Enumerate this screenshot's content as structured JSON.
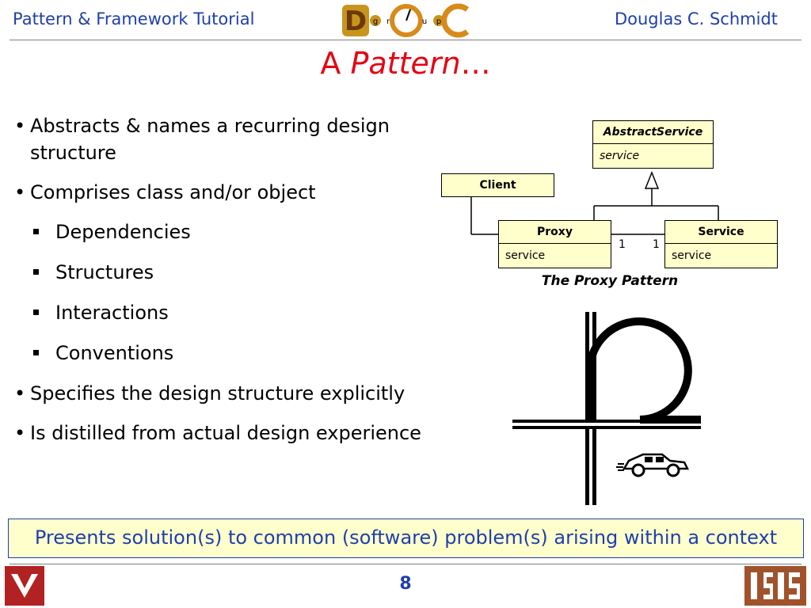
{
  "header": {
    "left": "Pattern & Framework Tutorial",
    "right": "Douglas C. Schmidt",
    "logo_letters": [
      "D",
      "g",
      "r",
      "o",
      "u",
      "p",
      "C"
    ]
  },
  "title": {
    "plain": "A ",
    "italic": "Pattern",
    "suffix": "…"
  },
  "bullets": [
    {
      "level": 1,
      "text": "Abstracts & names a recurring design structure"
    },
    {
      "level": 1,
      "text": "Comprises class and/or object"
    },
    {
      "level": 2,
      "text": "Dependencies"
    },
    {
      "level": 2,
      "text": "Structures"
    },
    {
      "level": 2,
      "text": "Interactions"
    },
    {
      "level": 2,
      "text": "Conventions"
    },
    {
      "level": 1,
      "text": "Specifies the design structure explicitly"
    },
    {
      "level": 1,
      "text": "Is distilled from actual design experience"
    }
  ],
  "diagram": {
    "abstract_service": {
      "name": "AbstractService",
      "op": "service"
    },
    "client": {
      "name": "Client"
    },
    "proxy": {
      "name": "Proxy",
      "op": "service"
    },
    "service": {
      "name": "Service",
      "op": "service"
    },
    "multiplicity_left": "1",
    "multiplicity_right": "1",
    "caption": "The Proxy Pattern"
  },
  "conclusion": "Presents solution(s) to common (software) problem(s) arising within a context",
  "footer": {
    "page": "8"
  },
  "colors": {
    "accent_blue": "#1f3fae",
    "title_red": "#e30613",
    "box_yellow": "#ffffcc"
  }
}
